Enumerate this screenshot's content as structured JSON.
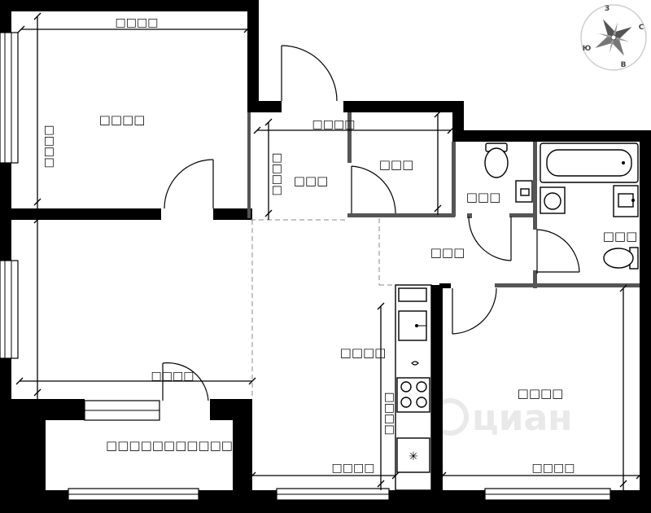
{
  "rooms": [
    {
      "id": "room-top-left",
      "label": "□□□□"
    },
    {
      "id": "room-hall",
      "label": "□□□"
    },
    {
      "id": "room-closet",
      "label": "□□□"
    },
    {
      "id": "room-wc",
      "label": "□□□"
    },
    {
      "id": "room-bath",
      "label": "□□□"
    },
    {
      "id": "room-corridor",
      "label": "□□□"
    },
    {
      "id": "room-kitchen-living",
      "label": "□□□□"
    },
    {
      "id": "room-bedroom-right",
      "label": "□□□□"
    },
    {
      "id": "room-balcony",
      "label": "□□□□□□□□□□□"
    }
  ],
  "dimensions": {
    "top_left_width": "□□□□",
    "top_left_height": "□□□□",
    "hall_width": "□□□□",
    "hall_height": "□□□□",
    "living_left_width": "□□□□",
    "kitchen_width": "□□□□",
    "kitchen_height": "□□□□",
    "bedroom_right_width": "□□□□"
  },
  "compass": {
    "north": "З",
    "east": "С",
    "south": "В",
    "west": "Ю"
  },
  "watermark": "циан",
  "colors": {
    "wall": "#000000",
    "partition": "#555555",
    "background": "#ffffff"
  },
  "icons": {
    "compass": "compass-rose-icon",
    "stove": "stove-icon",
    "sink": "sink-icon",
    "toilet": "toilet-icon",
    "bathtub": "bathtub-icon",
    "washer": "washing-machine-icon",
    "fridge": "fridge-icon"
  }
}
